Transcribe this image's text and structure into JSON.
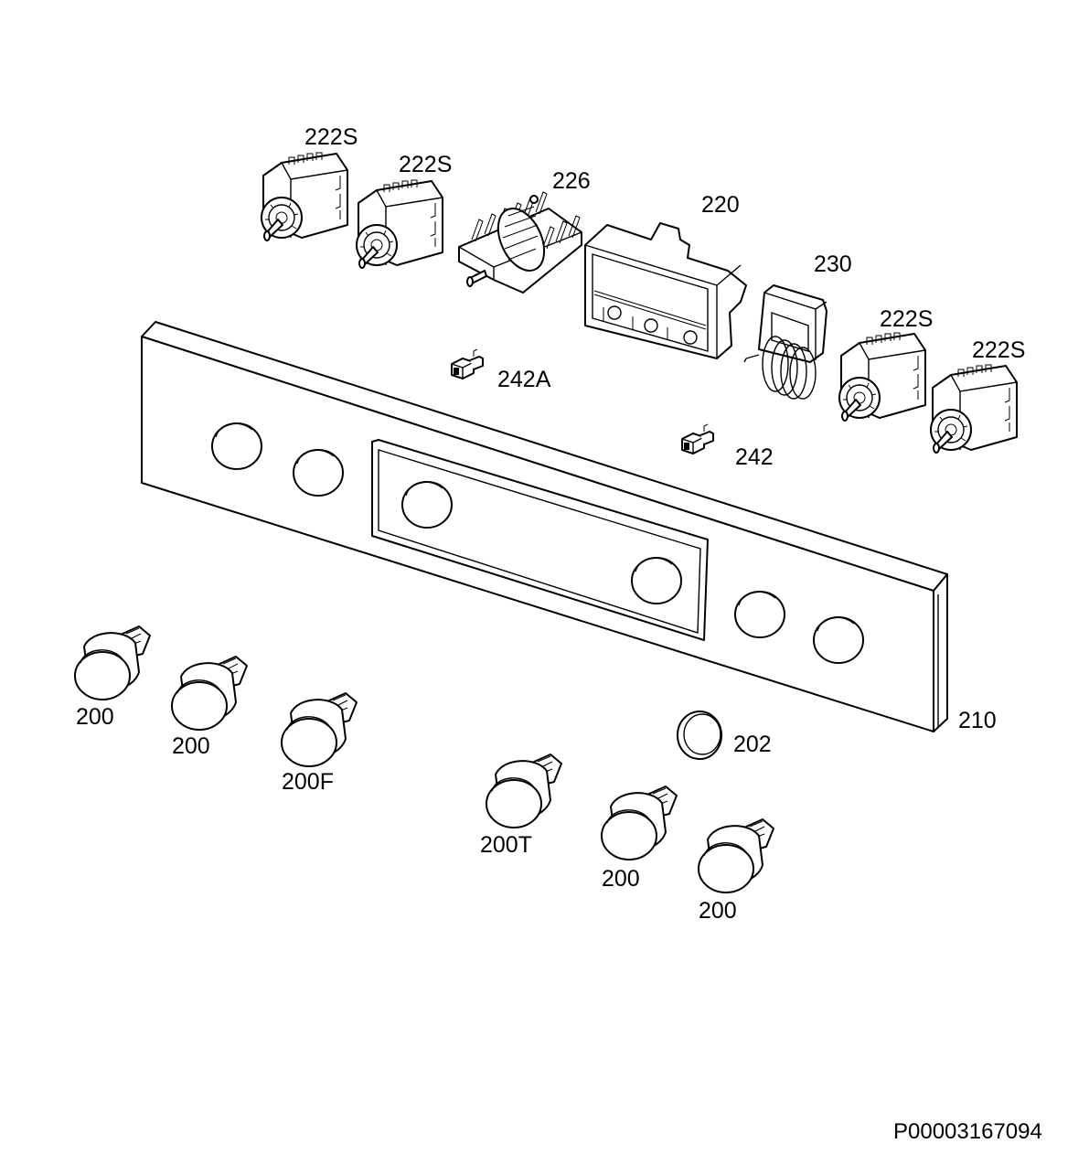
{
  "diagram": {
    "labels": {
      "p222s_a": "222S",
      "p222s_b": "222S",
      "p226": "226",
      "p220": "220",
      "p230": "230",
      "p222s_c": "222S",
      "p222s_d": "222S",
      "p242a": "242A",
      "p242": "242",
      "p210": "210",
      "p202": "202",
      "p200_a": "200",
      "p200_b": "200",
      "p200f": "200F",
      "p200t": "200T",
      "p200_c": "200",
      "p200_d": "200",
      "doc_number": "P00003167094"
    }
  }
}
